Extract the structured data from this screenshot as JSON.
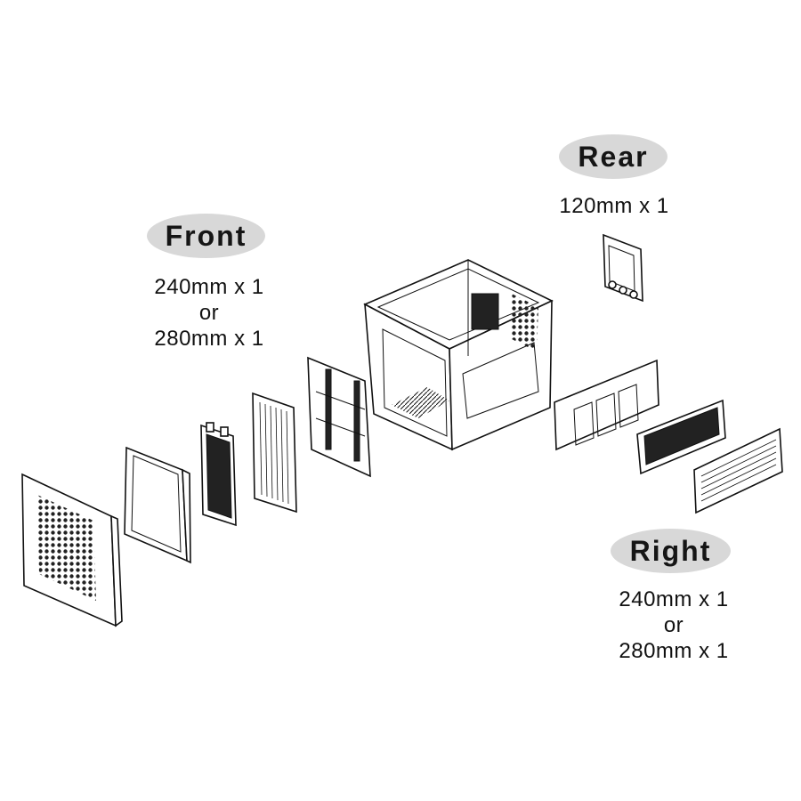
{
  "labels": {
    "front": {
      "title": "Front",
      "line1": "240mm x 1",
      "line2": "or",
      "line3": "280mm x 1"
    },
    "rear": {
      "title": "Rear",
      "line1": "120mm x 1"
    },
    "right": {
      "title": "Right",
      "line1": "240mm x 1",
      "line2": "or",
      "line3": "280mm x 1"
    }
  },
  "colors": {
    "pill": "#d8d8d8",
    "line": "#111111"
  }
}
